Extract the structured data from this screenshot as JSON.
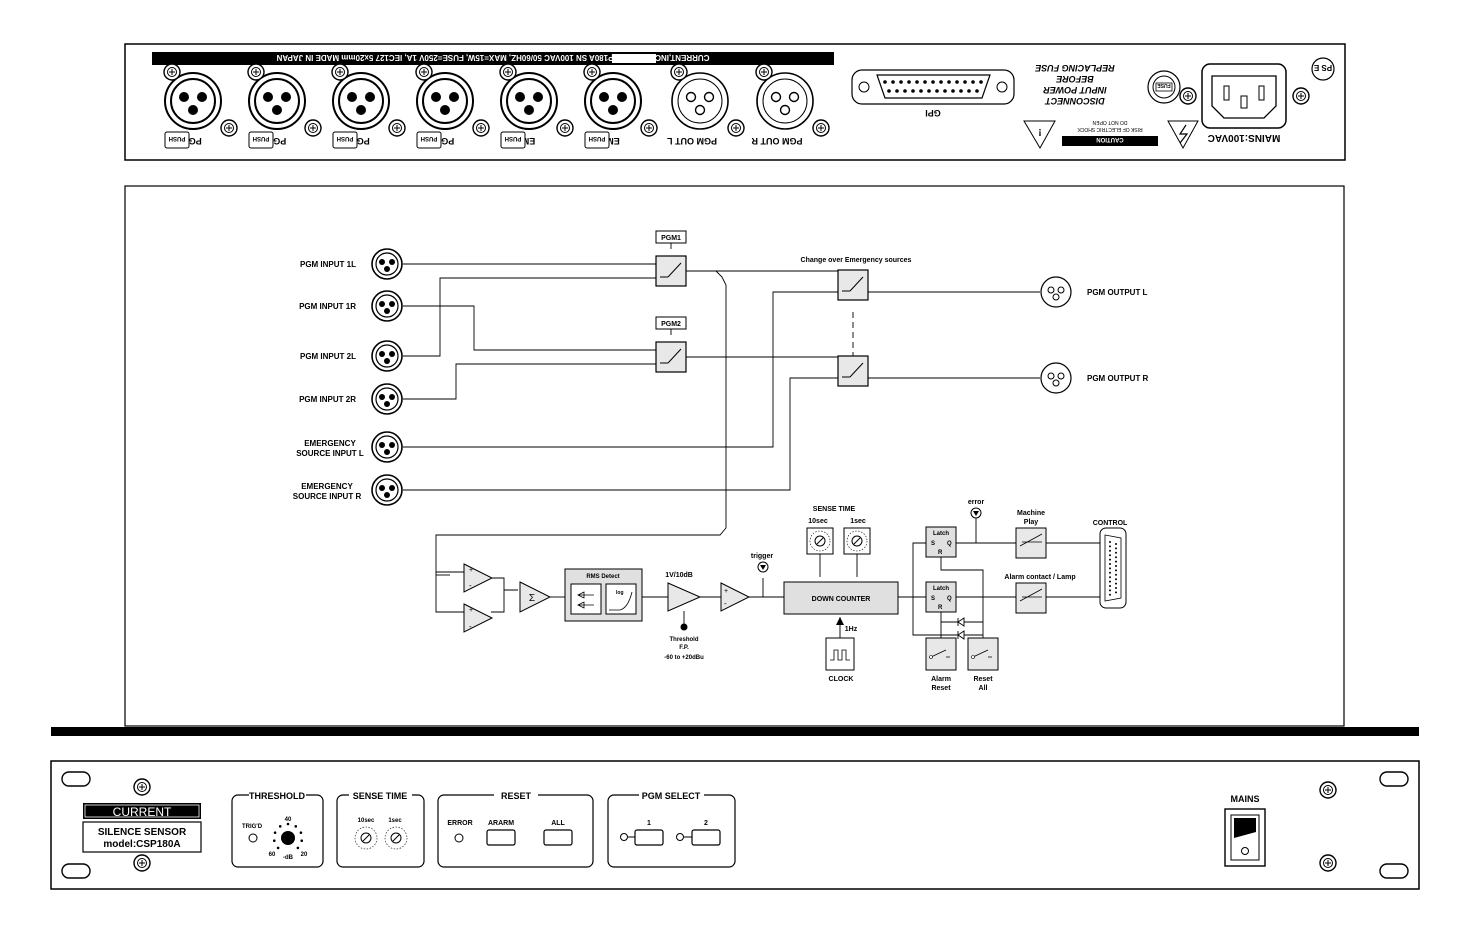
{
  "rear_panel": {
    "label_strip": "CURRENT,INC.  model:CSP180A SN          100VAC 50/60HZ, MAX=15W, FUSE=250V 1A, IEC127 5x20mm MADE IN JAPAN",
    "xlr_inputs": [
      "PGM 1L",
      "PGM 1R",
      "PGM 2L",
      "PGM 2R",
      "EMG L",
      "EMG R"
    ],
    "xlr_outputs": [
      "PGM OUT L",
      "PGM OUT R"
    ],
    "push_label": "PUSH",
    "gpi_label": "GPI",
    "fuse_label": "FUSE",
    "fuse_warning": [
      "DISCONNECT",
      "INPUT POWER",
      "BEFORE",
      "REPLACING FUSE"
    ],
    "caution_title": "CAUTION",
    "caution_lines": [
      "RISK OF ELECTRIC SHOCK",
      "DO NOT OPEN"
    ],
    "mains_label": "MAINS:100VAC",
    "pse_mark": "PS E"
  },
  "diagram": {
    "inputs": [
      "PGM INPUT 1L",
      "PGM INPUT 1R",
      "PGM INPUT 2L",
      "PGM INPUT 2R"
    ],
    "emergency_l": [
      "EMERGENCY",
      "SOURCE INPUT L"
    ],
    "emergency_r": [
      "EMERGENCY",
      "SOURCE INPUT R"
    ],
    "pgm1": "PGM1",
    "pgm2": "PGM2",
    "changeover": "Change over Emergency sources",
    "output_l": "PGM OUTPUT L",
    "output_r": "PGM OUTPUT R",
    "rms_detect": "RMS Detect",
    "log": "log",
    "sigma": "Σ",
    "gain": "1V/10dB",
    "threshold": [
      "Threshold",
      "F.P.",
      "-60 to +20dBu"
    ],
    "trigger": "trigger",
    "sense_time": "SENSE TIME",
    "ten_sec": "10sec",
    "one_sec": "1sec",
    "down_counter": "DOWN COUNTER",
    "one_hz": "1Hz",
    "clock": "CLOCK",
    "latch": "Latch",
    "s": "S",
    "r": "R",
    "q": "Q",
    "error": "error",
    "machine_play": [
      "Machine",
      "Play"
    ],
    "alarm_contact": "Alarm contact / Lamp",
    "control": "CONTROL",
    "alarm_reset": [
      "Alarm",
      "Reset"
    ],
    "reset_all": [
      "Reset",
      "All"
    ],
    "plus": "+",
    "minus": "-"
  },
  "front_panel": {
    "brand": "CURRENT",
    "product": "SILENCE SENSOR",
    "model": "model:CSP180A",
    "threshold_title": "THRESHOLD",
    "trigd": "TRIG'D",
    "knob_40": "40",
    "knob_60": "60",
    "knob_20": "20",
    "knob_db": "-dB",
    "sense_time_title": "SENSE TIME",
    "ten_sec": "10sec",
    "one_sec": "1sec",
    "reset_title": "RESET",
    "error": "ERROR",
    "ararm": "ARARM",
    "all": "ALL",
    "pgm_select_title": "PGM SELECT",
    "pgm_1": "1",
    "pgm_2": "2",
    "mains": "MAINS"
  }
}
